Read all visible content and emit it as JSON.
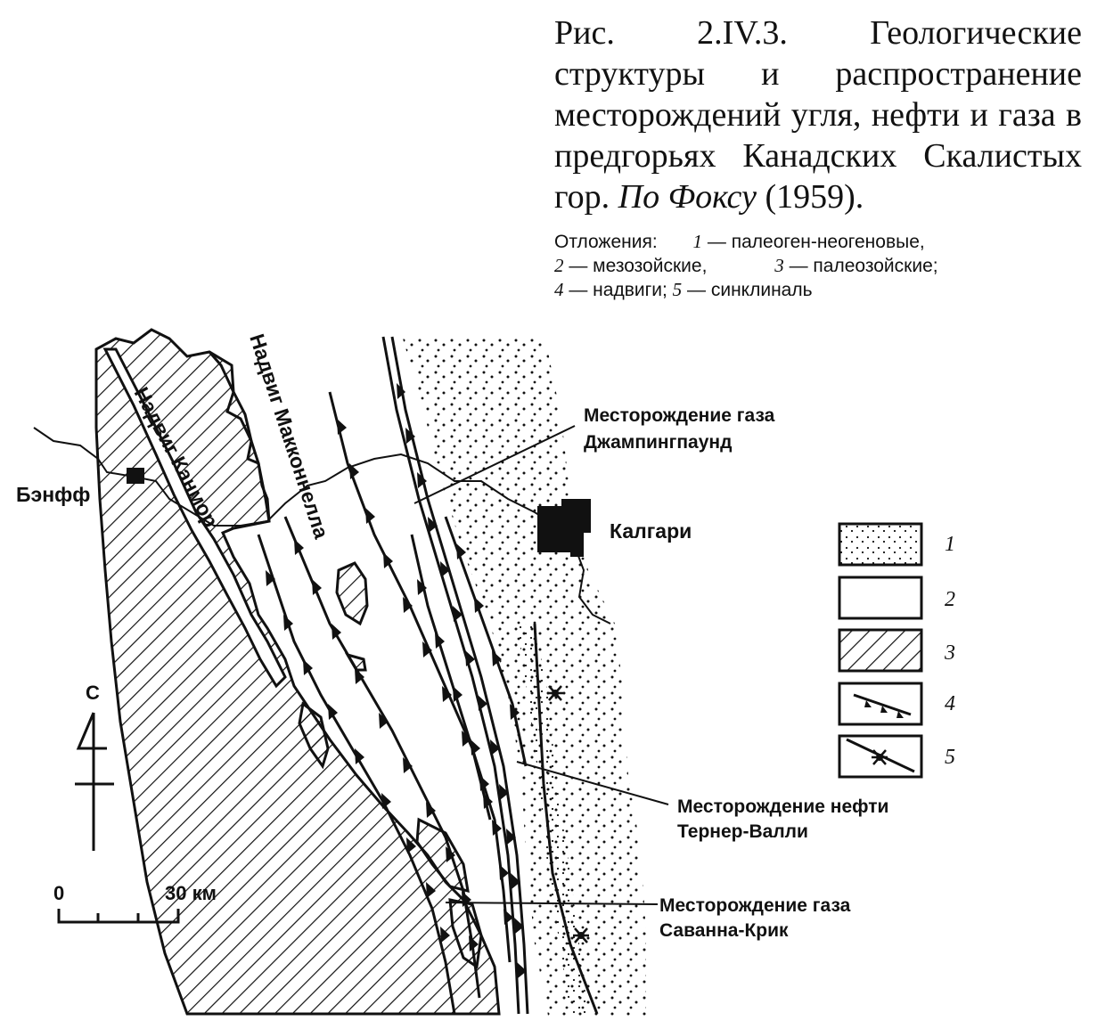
{
  "caption": {
    "title_prefix": "Рис. 2.IV.3.",
    "title_text": "Геологические структуры и распространение месторождений угля, нефти и газа в предгорьях Канадских Скалистых гор.",
    "author": "По Фоксу",
    "year": "(1959)."
  },
  "legend_text": {
    "intro": "Отложения:",
    "n1": "1",
    "t1": "— палеоген-неогеновые,",
    "n2": "2",
    "t2": "— мезозойские,",
    "n3": "3",
    "t3": "— палеозойские;",
    "n4": "4",
    "t4": "— надвиги;",
    "n5": "5",
    "t5": "— синклиналь"
  },
  "map": {
    "labels": {
      "thrust_canmore": "Надвиг Канмор",
      "thrust_mcconnell": "Надвиг Макконнелла",
      "banff": "Бэнфф",
      "calgary": "Калгари",
      "field1_line1": "Месторождение газа",
      "field1_line2": "Джампингпаунд",
      "field2_line1": "Месторождение нефти",
      "field2_line2": "Тернер-Валли",
      "field3_line1": "Месторождение газа",
      "field3_line2": "Саванна-Крик"
    },
    "north": "С",
    "scale": {
      "zero": "0",
      "max": "30 км"
    },
    "legend_items": [
      {
        "number": "1",
        "pattern": "dotted"
      },
      {
        "number": "2",
        "pattern": "blank"
      },
      {
        "number": "3",
        "pattern": "hatched"
      },
      {
        "number": "4",
        "pattern": "thrust-line"
      },
      {
        "number": "5",
        "pattern": "syncline-line"
      }
    ]
  }
}
